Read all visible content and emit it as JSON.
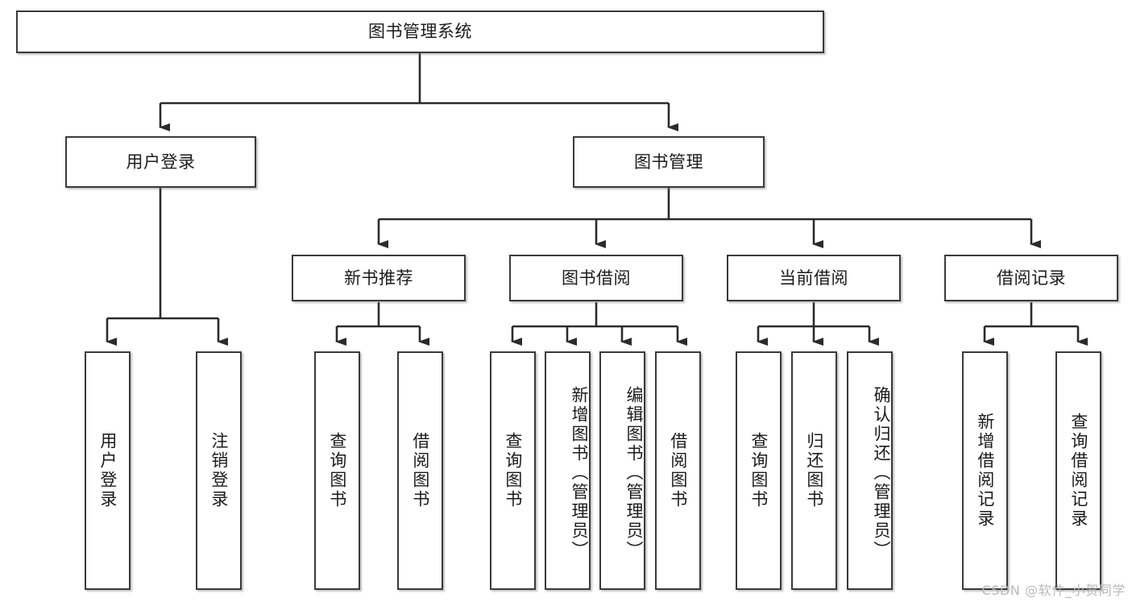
{
  "diagram": {
    "title": "图书管理系统",
    "type": "functional-structure-tree",
    "watermark": "CSDN @软件_小贺同学",
    "colors": {
      "box_border": "#3a3a3a",
      "box_fill": "#ffffff",
      "line": "#2b2b2b",
      "text": "#1b1b1b",
      "watermark": "#b9b9b9"
    }
  },
  "nodes": {
    "root": {
      "label": "图书管理系统"
    },
    "level2": [
      {
        "id": "user-login",
        "label": "用户登录"
      },
      {
        "id": "book-manage",
        "label": "图书管理"
      }
    ],
    "level3": [
      {
        "id": "new-book-recommend",
        "label": "新书推荐"
      },
      {
        "id": "book-borrow",
        "label": "图书借阅"
      },
      {
        "id": "current-borrow",
        "label": "当前借阅"
      },
      {
        "id": "borrow-record",
        "label": "借阅记录"
      }
    ],
    "leaves": {
      "user-login": [
        {
          "id": "leaf-user-login",
          "label": "用户登录"
        },
        {
          "id": "leaf-logout-login",
          "label": "注销登录"
        }
      ],
      "new-book-recommend": [
        {
          "id": "leaf-query-book-1",
          "label": "查询图书"
        },
        {
          "id": "leaf-borrow-book-1",
          "label": "借阅图书"
        }
      ],
      "book-borrow": [
        {
          "id": "leaf-query-book-2",
          "label": "查询图书"
        },
        {
          "id": "leaf-add-book",
          "label": "新增图书（管理员）"
        },
        {
          "id": "leaf-edit-book",
          "label": "编辑图书（管理员）"
        },
        {
          "id": "leaf-borrow-book-2",
          "label": "借阅图书"
        }
      ],
      "current-borrow": [
        {
          "id": "leaf-query-book-3",
          "label": "查询图书"
        },
        {
          "id": "leaf-return-book",
          "label": "归还图书"
        },
        {
          "id": "leaf-confirm-return",
          "label": "确认归还（管理员）"
        }
      ],
      "borrow-record": [
        {
          "id": "leaf-add-record",
          "label": "新增借阅记录"
        },
        {
          "id": "leaf-query-record",
          "label": "查询借阅记录"
        }
      ]
    }
  },
  "chart_data": {
    "type": "table",
    "title": "图书管理系统 功能结构图",
    "tree": {
      "name": "图书管理系统",
      "children": [
        {
          "name": "用户登录",
          "children": [
            {
              "name": "用户登录"
            },
            {
              "name": "注销登录"
            }
          ]
        },
        {
          "name": "图书管理",
          "children": [
            {
              "name": "新书推荐",
              "children": [
                {
                  "name": "查询图书"
                },
                {
                  "name": "借阅图书"
                }
              ]
            },
            {
              "name": "图书借阅",
              "children": [
                {
                  "name": "查询图书"
                },
                {
                  "name": "新增图书（管理员）"
                },
                {
                  "name": "编辑图书（管理员）"
                },
                {
                  "name": "借阅图书"
                }
              ]
            },
            {
              "name": "当前借阅",
              "children": [
                {
                  "name": "查询图书"
                },
                {
                  "name": "归还图书"
                },
                {
                  "name": "确认归还（管理员）"
                }
              ]
            },
            {
              "name": "借阅记录",
              "children": [
                {
                  "name": "新增借阅记录"
                },
                {
                  "name": "查询借阅记录"
                }
              ]
            }
          ]
        }
      ]
    }
  }
}
